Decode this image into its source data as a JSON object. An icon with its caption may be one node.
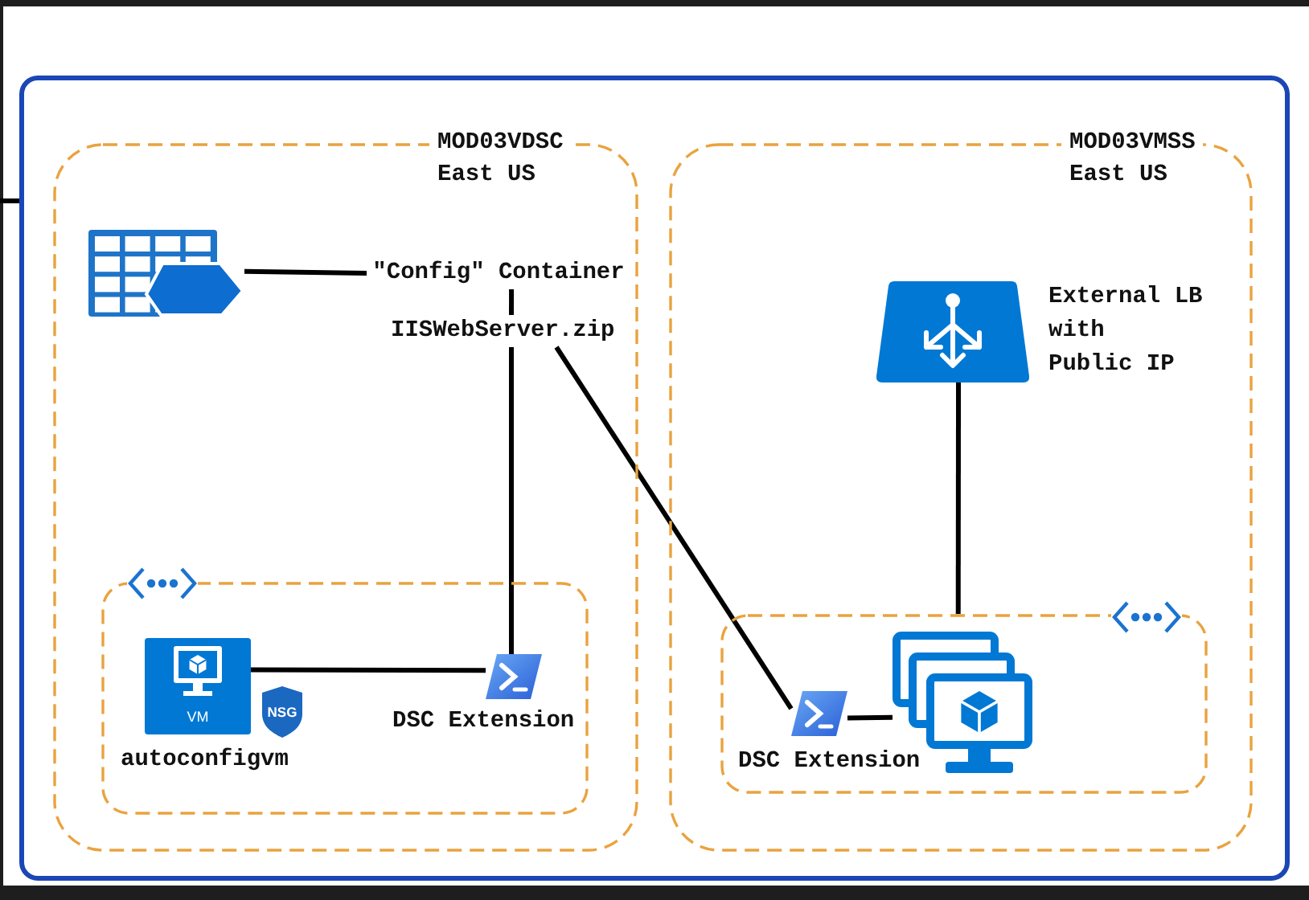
{
  "diagram": {
    "nodes": [
      {
        "text": [],
        "shape": "box"
      },
      {
        "text": [
          "MOD03VDSC East US"
        ],
        "in": 0
      },
      {
        "text": [],
        "shape": "picture",
        "in": 1
      },
      {
        "text": [
          "\"Config\" Container"
        ],
        "in": 1
      },
      {
        "text": [
          "IISWebServer.zip"
        ],
        "in": 1
      },
      {
        "text": [],
        "shape": "box",
        "in": 1
      },
      {
        "text": [
          "VM"
        ],
        "in": 5,
        "beside": [
          "autoconfigvm"
        ]
      },
      {
        "text": [
          "NSG"
        ],
        "in": 5
      },
      {
        "text": [],
        "shape": "picture",
        "in": 5,
        "beside": [
          "DSC Extension"
        ]
      },
      {
        "text": [
          "MOD03VMSS East US"
        ],
        "in": 0
      },
      {
        "text": [],
        "shape": "picture",
        "in": 9,
        "beside": [
          "External LB with Public IP"
        ]
      },
      {
        "text": [],
        "shape": "box",
        "in": 9
      },
      {
        "text": [],
        "shape": "picture",
        "in": 11,
        "beside": [
          "DSC Extension"
        ]
      },
      {
        "text": [],
        "shape": "picture",
        "in": 11
      }
    ],
    "edges": [
      {
        "from": null,
        "to": 0,
        "arrow": "none"
      },
      {
        "from": 2,
        "to": 3,
        "arrow": "none"
      },
      {
        "from": 3,
        "to": 4,
        "arrow": "none"
      },
      {
        "from": 4,
        "to": 8,
        "arrow": "none"
      },
      {
        "from": 4,
        "to": 12,
        "arrow": "none"
      },
      {
        "from": 6,
        "to": 8,
        "arrow": "none"
      },
      {
        "from": 10,
        "to": 11,
        "arrow": "none"
      },
      {
        "from": 12,
        "to": 13,
        "arrow": "none"
      }
    ]
  }
}
